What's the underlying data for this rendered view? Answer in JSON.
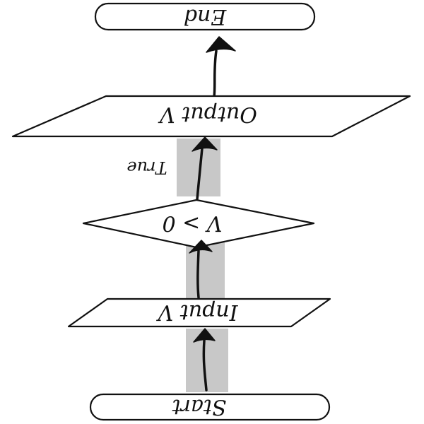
{
  "diagram": {
    "nodes": [
      {
        "id": "end",
        "shape": "terminator",
        "label": "End"
      },
      {
        "id": "output",
        "shape": "parallelogram",
        "label": "Output V"
      },
      {
        "id": "condition",
        "shape": "decision",
        "label": "V > 0"
      },
      {
        "id": "input",
        "shape": "parallelogram",
        "label": "Input V"
      },
      {
        "id": "start",
        "shape": "terminator",
        "label": "Start"
      }
    ],
    "edges": [
      {
        "from": "start",
        "to": "input",
        "label": ""
      },
      {
        "from": "input",
        "to": "condition",
        "label": ""
      },
      {
        "from": "condition",
        "to": "output",
        "label": "True"
      },
      {
        "from": "output",
        "to": "end",
        "label": ""
      }
    ],
    "orientation": "upside-down, mirrored (image rotated 180°)",
    "highlight_color": "#c8c8c8",
    "ink_color": "#111111"
  }
}
